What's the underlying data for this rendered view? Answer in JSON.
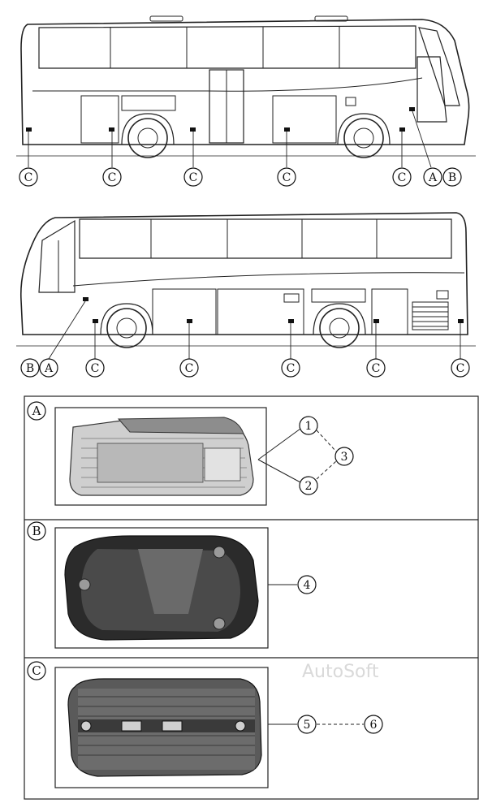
{
  "watermark": "AutoSoft",
  "side_view_top": {
    "callouts": [
      {
        "label": "C"
      },
      {
        "label": "C"
      },
      {
        "label": "C"
      },
      {
        "label": "C"
      },
      {
        "label": "C"
      },
      {
        "label": "A"
      },
      {
        "label": "B"
      }
    ]
  },
  "side_view_bottom": {
    "callouts": [
      {
        "label": "B"
      },
      {
        "label": "A"
      },
      {
        "label": "C"
      },
      {
        "label": "C"
      },
      {
        "label": "C"
      },
      {
        "label": "C"
      },
      {
        "label": "C"
      }
    ]
  },
  "panels": [
    {
      "letter": "A",
      "lamp": "side-marker-clear",
      "callouts": [
        "1",
        "2",
        "3"
      ]
    },
    {
      "letter": "B",
      "lamp": "side-marker-dark",
      "callouts": [
        "4"
      ]
    },
    {
      "letter": "C",
      "lamp": "side-reflector",
      "callouts": [
        "5",
        "6"
      ]
    }
  ]
}
